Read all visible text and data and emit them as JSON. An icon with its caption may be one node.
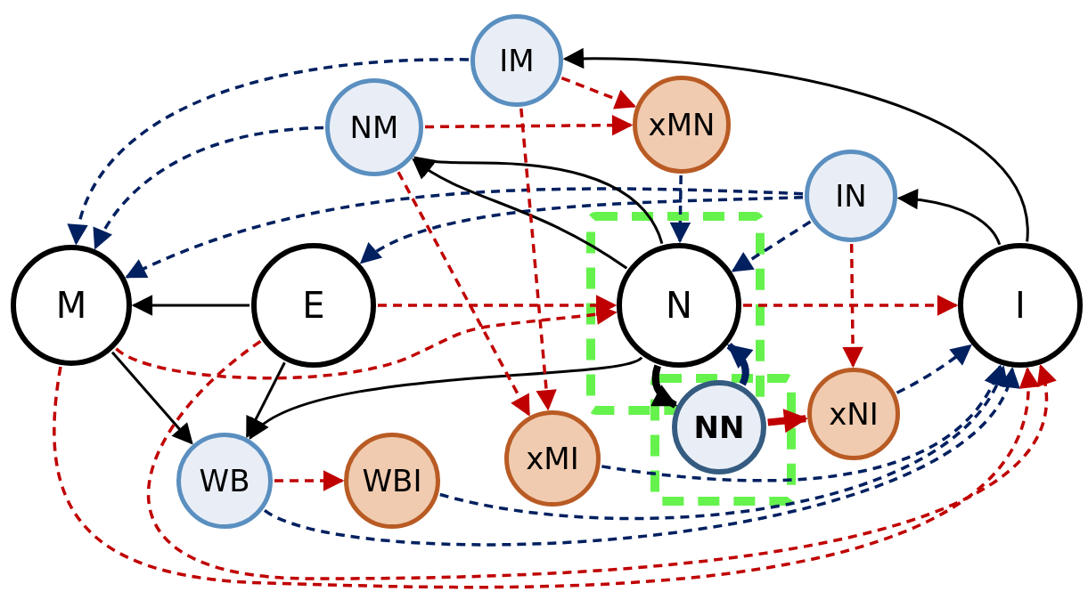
{
  "diagram": {
    "nodes": [
      {
        "text": [
          "M"
        ]
      },
      {
        "text": [
          "E"
        ]
      },
      {
        "text": [
          "N"
        ]
      },
      {
        "text": [
          "I"
        ]
      },
      {
        "text": [
          "IM"
        ]
      },
      {
        "text": [
          "NM"
        ]
      },
      {
        "text": [
          "xMN"
        ]
      },
      {
        "text": [
          "IN"
        ]
      },
      {
        "text": [
          "WB"
        ]
      },
      {
        "text": [
          "WBI"
        ]
      },
      {
        "text": [
          "xMI"
        ]
      },
      {
        "text": [
          "NN"
        ]
      },
      {
        "text": [
          "xNI"
        ]
      }
    ],
    "edges": [
      {
        "from": 4,
        "to": 0,
        "arrow": "to",
        "style": "dashed",
        "color": "#002060"
      },
      {
        "from": 5,
        "to": 0,
        "arrow": "to",
        "style": "dashed",
        "color": "#002060"
      },
      {
        "from": 7,
        "to": 0,
        "arrow": "to",
        "style": "dashed",
        "color": "#002060"
      },
      {
        "from": 7,
        "to": 1,
        "arrow": "to",
        "style": "dashed",
        "color": "#002060"
      },
      {
        "from": 1,
        "to": 0,
        "arrow": "to",
        "color": "#000000"
      },
      {
        "from": 0,
        "to": 8,
        "arrow": "to",
        "color": "#000000"
      },
      {
        "from": 1,
        "to": 8,
        "arrow": "to",
        "color": "#000000"
      },
      {
        "from": 2,
        "to": 8,
        "arrow": "to",
        "color": "#000000"
      },
      {
        "from": 2,
        "to": 5,
        "arrow": "to",
        "color": "#000000"
      },
      {
        "from": 2,
        "to": 5,
        "arrow": "to",
        "color": "#000000"
      },
      {
        "from": 3,
        "to": 4,
        "arrow": "to",
        "color": "#000000"
      },
      {
        "from": 3,
        "to": 7,
        "arrow": "to",
        "color": "#000000"
      },
      {
        "from": 2,
        "to": 11,
        "arrow": "to",
        "style": "thick",
        "color": "#000000"
      },
      {
        "from": 4,
        "to": 6,
        "arrow": "to",
        "style": "dashed"
      },
      {
        "from": 5,
        "to": 6,
        "arrow": "to",
        "style": "dashed"
      },
      {
        "from": 4,
        "to": 10,
        "arrow": "to",
        "style": "dashed"
      },
      {
        "from": 5,
        "to": 10,
        "arrow": "to",
        "style": "dashed"
      },
      {
        "from": 1,
        "to": 2,
        "arrow": "to",
        "style": "dashed"
      },
      {
        "from": 0,
        "to": 2,
        "arrow": "to",
        "style": "dashed"
      },
      {
        "from": 2,
        "to": 3,
        "arrow": "to",
        "style": "dashed"
      },
      {
        "from": 7,
        "to": 12,
        "arrow": "to",
        "style": "dashed"
      },
      {
        "from": 11,
        "to": 12,
        "arrow": "to",
        "style": "thick"
      },
      {
        "from": 6,
        "to": 2,
        "arrow": "to",
        "style": "dashed",
        "color": "#002060"
      },
      {
        "from": 7,
        "to": 2,
        "arrow": "to",
        "style": "dashed",
        "color": "#002060"
      },
      {
        "from": 11,
        "to": 2,
        "arrow": "to",
        "style": "thick",
        "color": "#002060"
      },
      {
        "from": 12,
        "to": 3,
        "arrow": "to",
        "style": "dashed",
        "color": "#002060"
      },
      {
        "from": 10,
        "to": 3,
        "arrow": "to",
        "style": "dashed",
        "color": "#002060"
      },
      {
        "from": 9,
        "to": 3,
        "arrow": "to",
        "style": "dashed",
        "color": "#002060"
      },
      {
        "from": 8,
        "to": 3,
        "arrow": "to",
        "style": "dashed",
        "color": "#002060"
      },
      {
        "from": 0,
        "to": 3,
        "arrow": "to",
        "style": "dashed"
      },
      {
        "from": 1,
        "to": 3,
        "arrow": "to",
        "style": "dashed"
      },
      {
        "from": 8,
        "to": 9,
        "arrow": "to",
        "style": "dashed"
      }
    ]
  }
}
